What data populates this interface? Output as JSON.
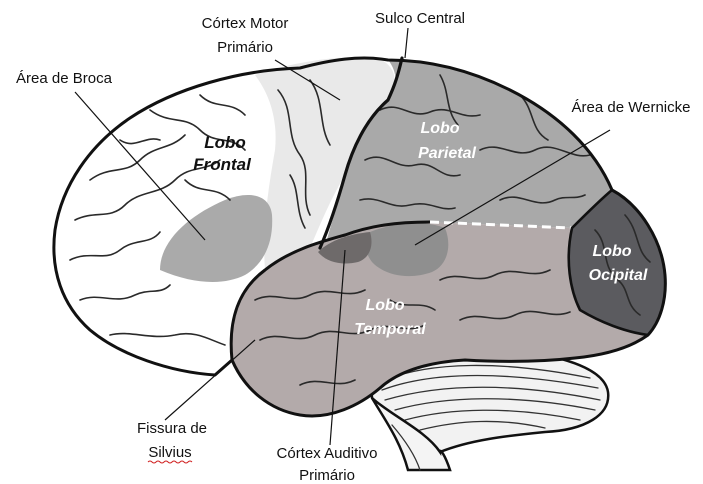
{
  "labels": {
    "cortex_motor_line1": "Córtex Motor",
    "cortex_motor_line2": "Primário",
    "sulco_central": "Sulco Central",
    "area_broca": "Área de Broca",
    "area_wernicke": "Área de Wernicke",
    "fissura_line1": "Fissura de",
    "fissura_line2": "Silvius",
    "cortex_auditivo_line1": "Córtex Auditivo",
    "cortex_auditivo_line2": "Primário"
  },
  "lobes": {
    "frontal_line1": "Lobo",
    "frontal_line2": "Frontal",
    "parietal_line1": "Lobo",
    "parietal_line2": "Parietal",
    "occipital_line1": "Lobo",
    "occipital_line2": "Ocipital",
    "temporal_line1": "Lobo",
    "temporal_line2": "Temporal"
  },
  "colors": {
    "frontal": "#ffffff",
    "motor_strip": "#e9e9e9",
    "parietal": "#a9a9a9",
    "occipital": "#5b5b5f",
    "temporal": "#b3aaaa",
    "broca": "#aaaaaa",
    "wernicke": "#8f8f8f",
    "auditory": "#6e6a6a",
    "cerebellum": "#f2f2f2",
    "outline": "#111111"
  }
}
